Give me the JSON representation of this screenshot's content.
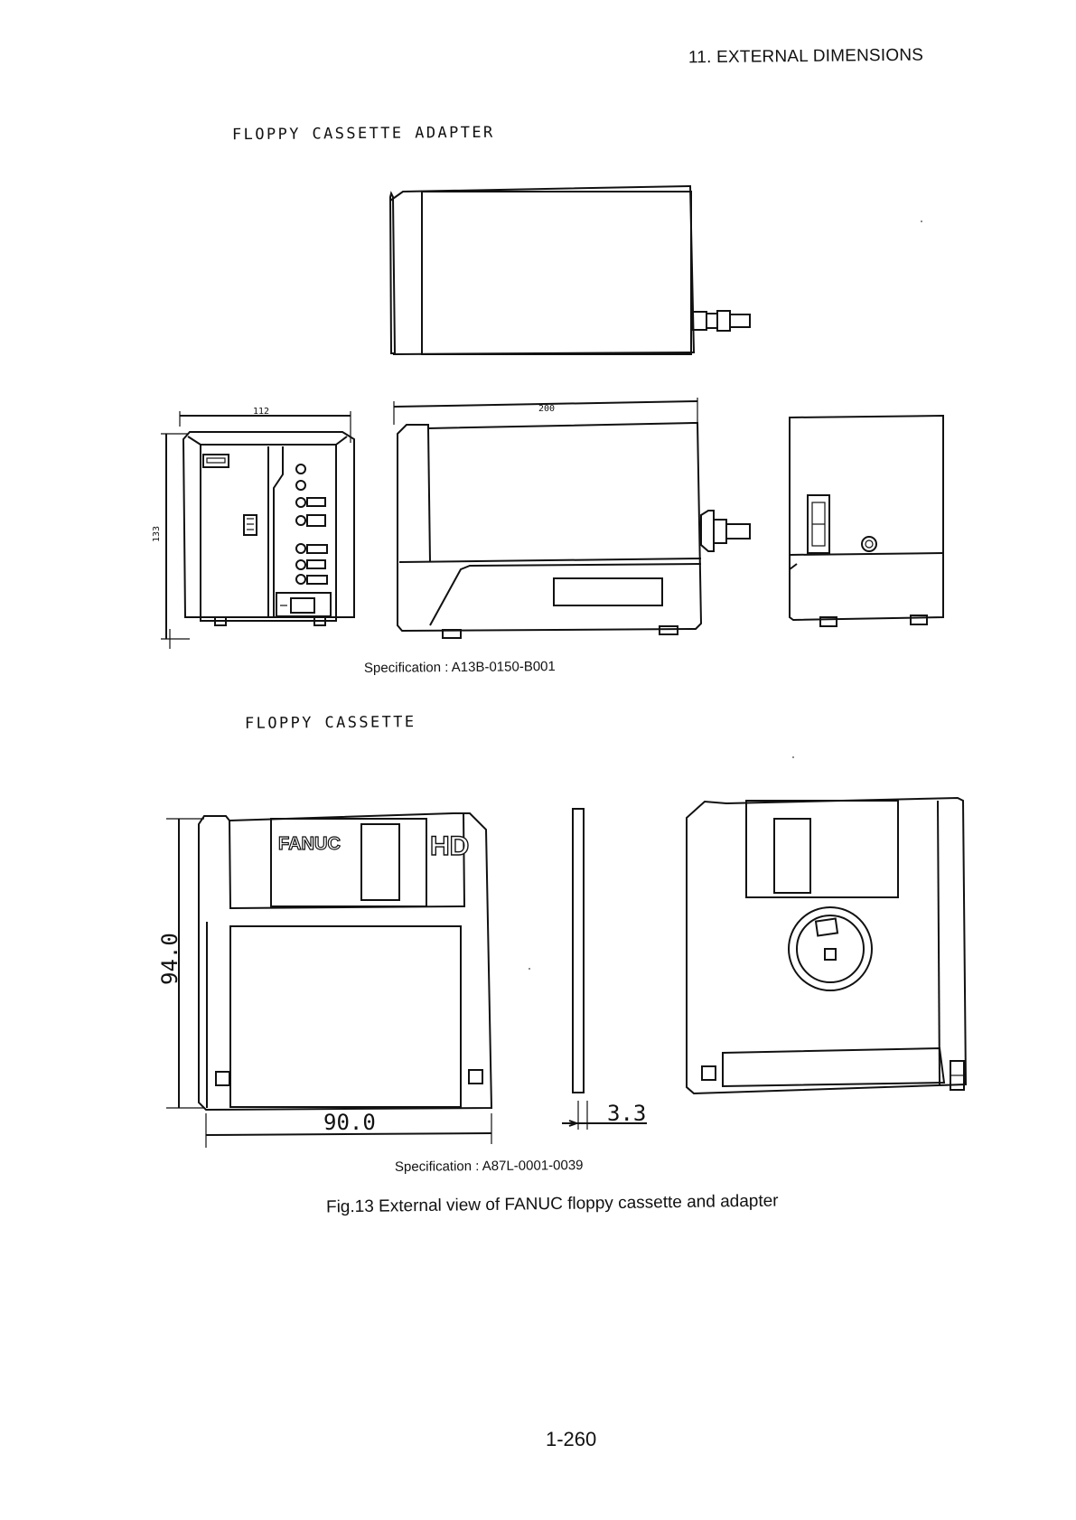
{
  "header": {
    "section": "11.  EXTERNAL DIMENSIONS"
  },
  "adapter": {
    "title": "FLOPPY CASSETTE ADAPTER",
    "specification": "Specification :  A13B-0150-B001",
    "dims": {
      "width": "112",
      "length": "200",
      "height": "133"
    }
  },
  "cassette": {
    "title": "FLOPPY CASSETTE",
    "specification": "Specification :  A87L-0001-0039",
    "brand": "FANUC",
    "density_mark": "HD",
    "dims": {
      "height": "94.0",
      "width": "90.0",
      "thickness": "3.3"
    }
  },
  "figure": {
    "caption": "Fig.13   External view of FANUC floppy cassette and adapter"
  },
  "footer": {
    "page_number": "1-260"
  }
}
